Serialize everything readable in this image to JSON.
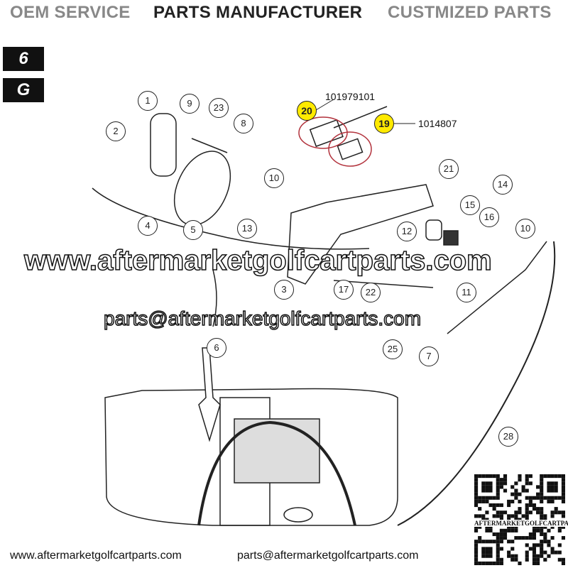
{
  "header": {
    "left": "OEM SERVICE",
    "center": "PARTS MANUFACTURER",
    "right": "CUSTMIZED PARTS"
  },
  "badges": [
    "6",
    "G"
  ],
  "part_numbers": {
    "part_20": "101979101",
    "part_19": "1014807"
  },
  "callouts": [
    "1",
    "2",
    "9",
    "23",
    "8",
    "10",
    "4",
    "5",
    "13",
    "20",
    "19",
    "21",
    "14",
    "15",
    "16",
    "10",
    "11",
    "12",
    "17",
    "22",
    "25",
    "7",
    "6",
    "28",
    "3"
  ],
  "highlighted": [
    "20",
    "19"
  ],
  "watermarks": {
    "website": "www.aftermarketgolfcartparts.com",
    "email": "parts@aftermarketgolfcartparts.com"
  },
  "footer": {
    "website": "www.aftermarketgolfcartparts.com",
    "email": "parts@aftermarketgolfcartparts.com"
  },
  "qr": {
    "caption": "AFTERMARKETGOLFCARTPARTS"
  }
}
